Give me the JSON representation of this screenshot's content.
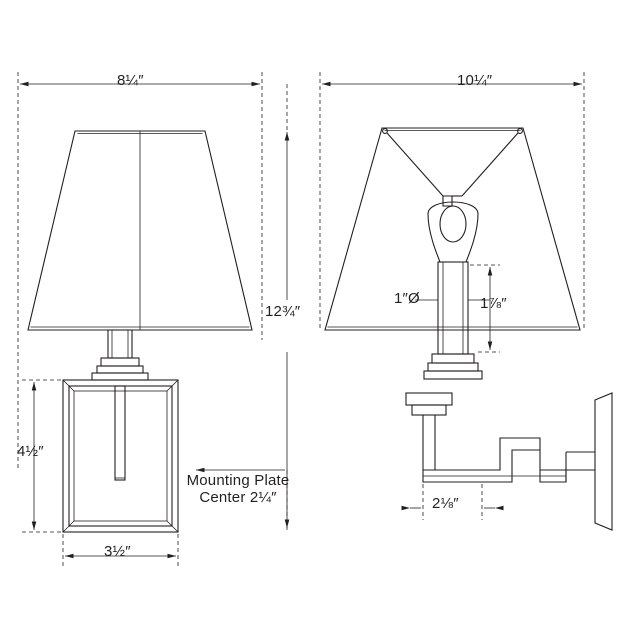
{
  "drawing": {
    "title": "wall sconce dimension drawing",
    "views": [
      "front elevation",
      "side elevation"
    ],
    "line_color": "#231f20",
    "background_color": "#ffffff"
  },
  "dimensions": {
    "front_width": "8¼″",
    "overall_height": "12¾″",
    "backplate_height": "4½″",
    "backplate_width": "3½″",
    "mounting_plate_note": "Mounting Plate Center 2¼″",
    "side_width": "10¼″",
    "socket_diameter": "1″Ø",
    "neck_height": "1⅞″",
    "arm_projection": "2⅛″"
  }
}
